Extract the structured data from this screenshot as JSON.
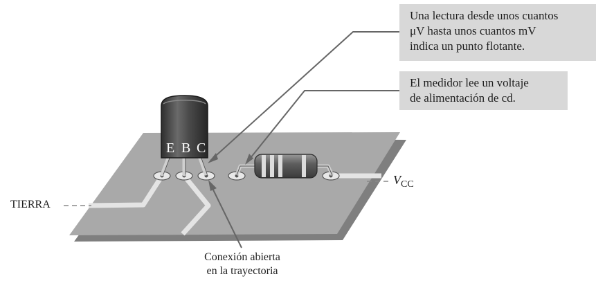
{
  "callouts": {
    "floating": [
      "Una lectura desde unos cuantos",
      "μV hasta unos cuantos mV",
      "indica un punto flotante."
    ],
    "supply": [
      "El medidor lee un voltaje",
      "de alimentación de cd."
    ]
  },
  "labels": {
    "ground": "TIERRA",
    "vcc_symbol": "V",
    "vcc_subscript": "CC",
    "open_connection": [
      "Conexión abierta",
      "en la trayectoria"
    ]
  },
  "transistor_pins": [
    "E",
    "B",
    "C"
  ],
  "colors": {
    "board": "#a9a9a9",
    "board_edge": "#7f7f7f",
    "trace": "#e4e4e4",
    "callout_bg": "#d8d8d8",
    "transistor": "#4a4a4a",
    "leader": "#666666"
  }
}
